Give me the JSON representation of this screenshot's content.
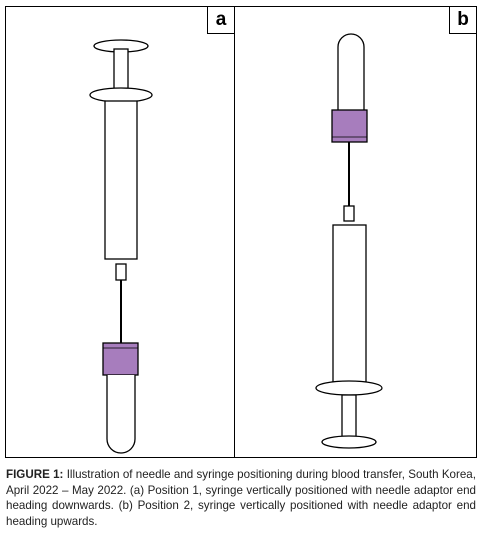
{
  "figure": {
    "panels": [
      {
        "label": "a",
        "description_hidden": ""
      },
      {
        "label": "b",
        "description_hidden": ""
      }
    ],
    "colors": {
      "adaptor_fill": "#a77dbd",
      "outline": "#000000",
      "background": "#ffffff"
    },
    "icons": [
      "syringe-icon",
      "needle-icon",
      "needle-adaptor-icon",
      "blood-tube-icon"
    ]
  },
  "caption": {
    "prefix": "FIGURE 1:",
    "text": " Illustration of needle and syringe positioning during blood transfer, South Korea, April 2022 – May 2022. (a) Position 1, syringe vertically positioned with needle adaptor end heading downwards. (b) Position 2, syringe vertically positioned with needle adaptor end heading upwards."
  }
}
